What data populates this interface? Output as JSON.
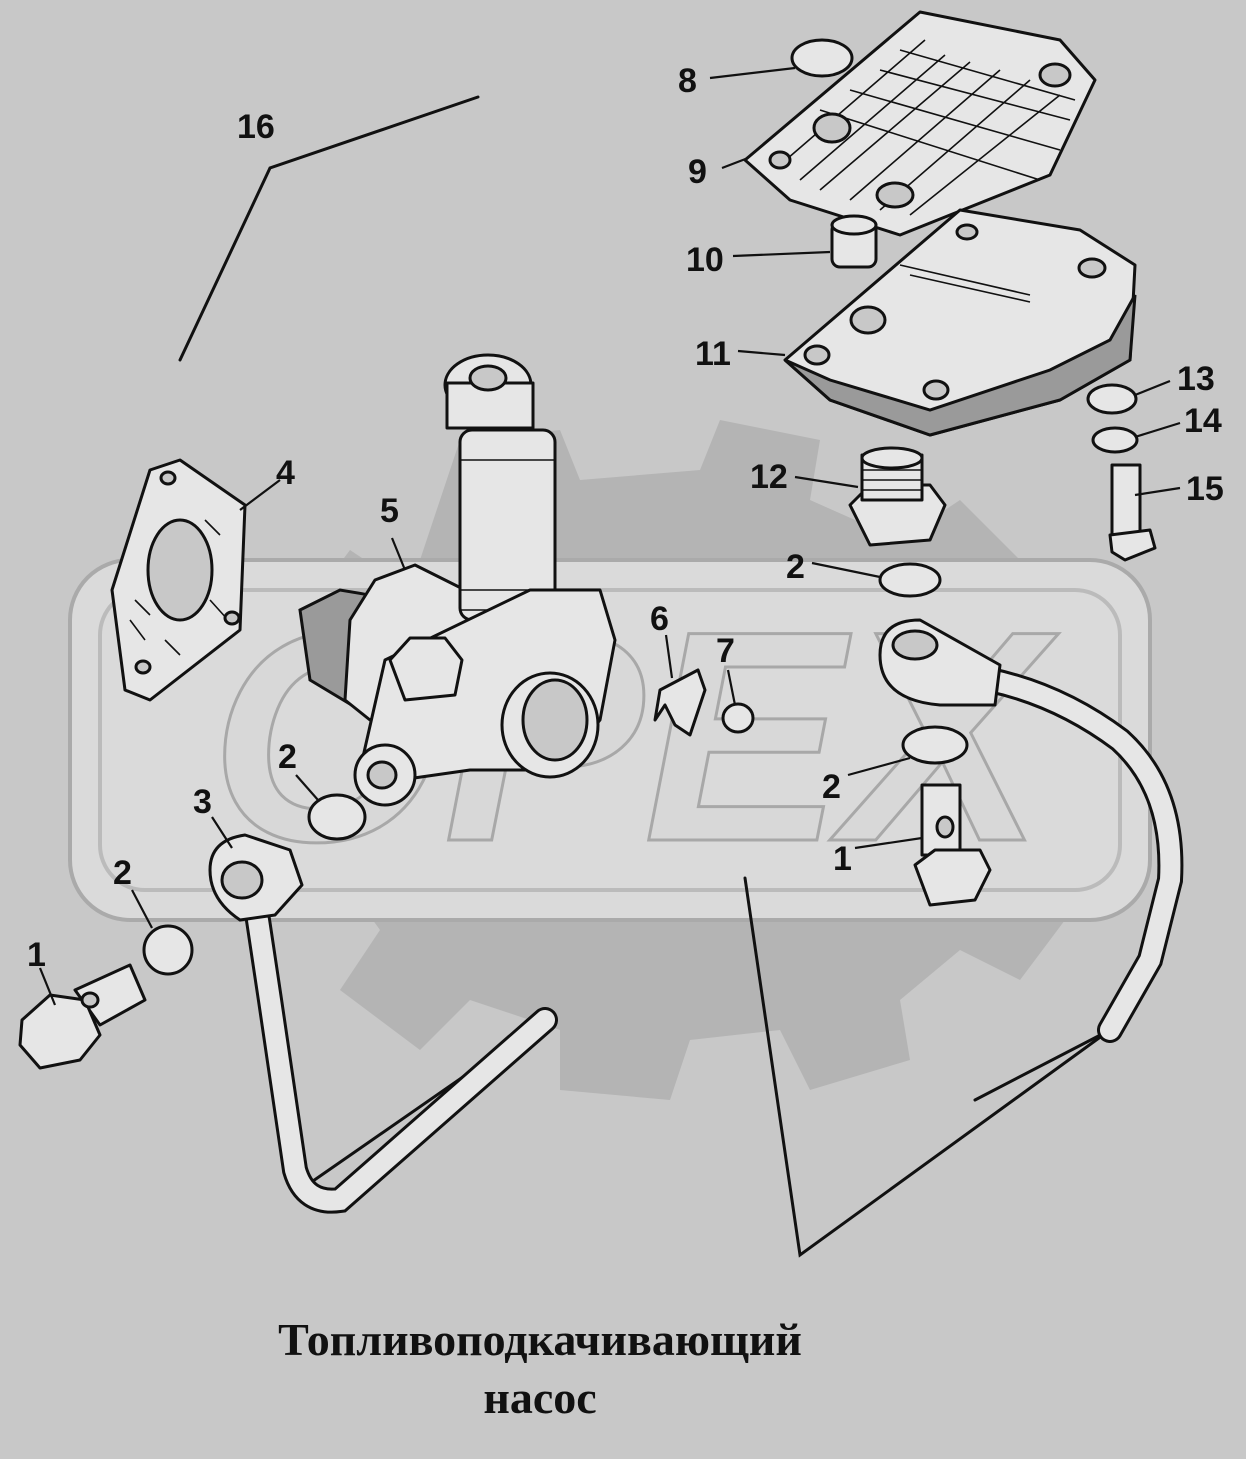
{
  "title_line1": "Топливоподкачивающий",
  "title_line2": "насос",
  "watermark": "OPEX",
  "callouts": [
    "1",
    "2",
    "3",
    "4",
    "5",
    "6",
    "7",
    "8",
    "9",
    "10",
    "11",
    "12",
    "13",
    "14",
    "15",
    "16",
    "2",
    "2",
    "2",
    "1"
  ]
}
